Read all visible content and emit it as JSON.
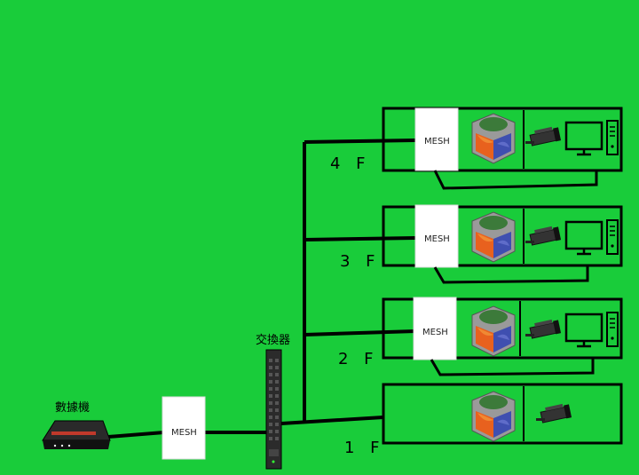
{
  "labels": {
    "modem": "數據機",
    "switch": "交換器",
    "mesh": "MESH"
  },
  "floors": [
    {
      "name": "4 F"
    },
    {
      "name": "3 F"
    },
    {
      "name": "2 F"
    },
    {
      "name": "1 F"
    }
  ],
  "colors": {
    "background": "#19cc3a",
    "line": "#000000"
  }
}
